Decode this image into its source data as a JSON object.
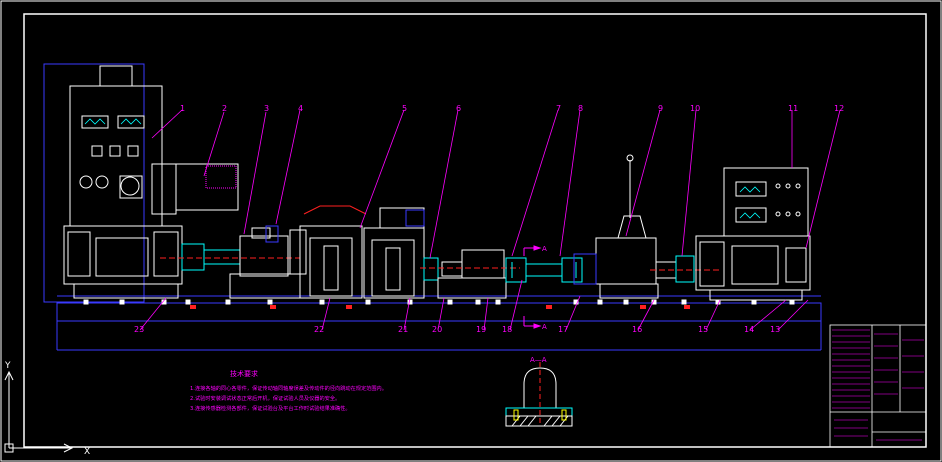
{
  "drawing": {
    "balloons": [
      "1",
      "2",
      "3",
      "4",
      "5",
      "6",
      "7",
      "8",
      "9",
      "10",
      "11",
      "12",
      "13",
      "14",
      "15",
      "16",
      "17",
      "18",
      "19",
      "20",
      "21",
      "22",
      "23"
    ],
    "section_mark": "A",
    "section_title": "A—A",
    "notes_title": "技术要求",
    "notes": [
      "1.连接各轴的同心各零件，保证传动轴同轴度误差及传动件的径向跳动在规定范围内。",
      "2.试验时安装调试状态正常后开机，保证试验人员及仪器的安全。",
      "3.连接传感器检测各部件，保证试验台及平台工作时试验结果准确性。"
    ],
    "axis_x": "X",
    "axis_y": "Y"
  },
  "colors": {
    "outline": "#ffffff",
    "machine": "#3a3aff",
    "leader": "#ff00ff",
    "detail": "#00ffff",
    "accent": "#ff2020",
    "yellow": "#ffff00",
    "green": "#00ff00"
  }
}
